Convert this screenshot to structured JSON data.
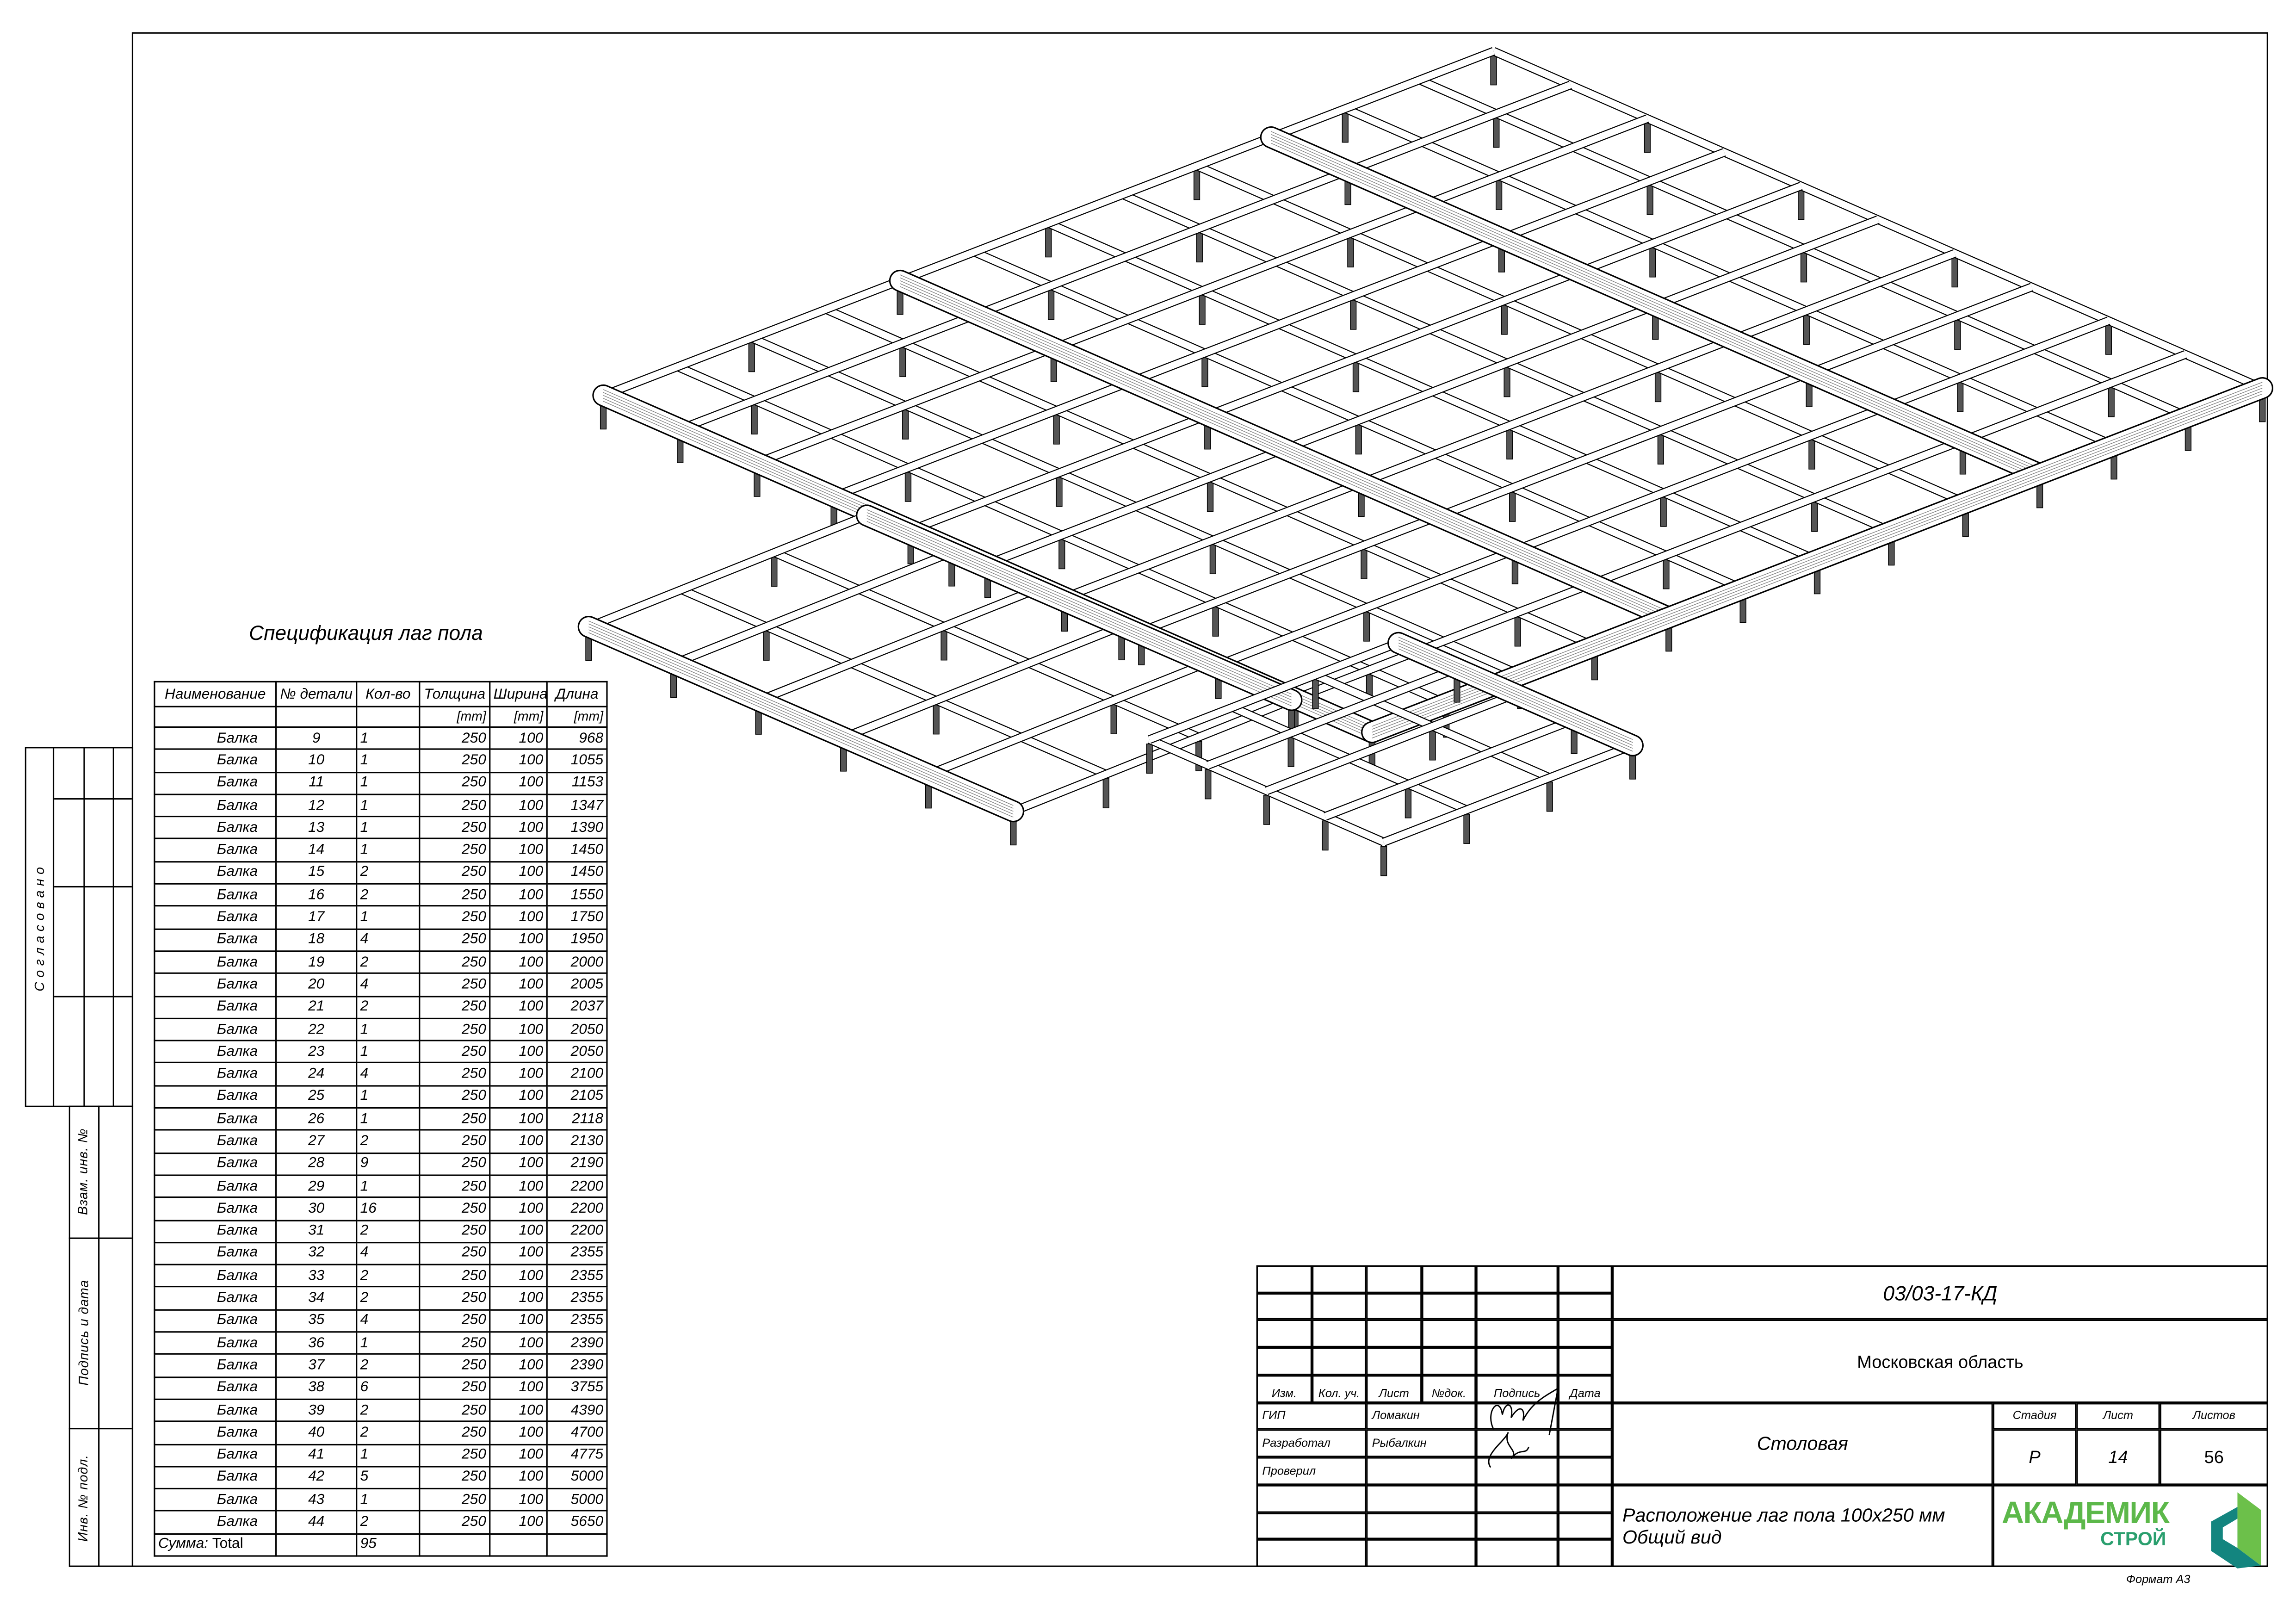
{
  "side_stamp": {
    "agreed": "Согласовано",
    "replacement_inv": "Взам. инв. №",
    "signature_date": "Подпись и дата",
    "original_inv": "Инв. № подл."
  },
  "spec": {
    "title": "Спецификация лаг пола",
    "headers": [
      "Наименование",
      "№ детали",
      "Кол-во",
      "Толщина",
      "Ширина",
      "Длина"
    ],
    "units": [
      "",
      "",
      "",
      "[mm]",
      "[mm]",
      "[mm]"
    ],
    "rows": [
      [
        "Балка",
        "9",
        "1",
        "250",
        "100",
        "968"
      ],
      [
        "Балка",
        "10",
        "1",
        "250",
        "100",
        "1055"
      ],
      [
        "Балка",
        "11",
        "1",
        "250",
        "100",
        "1153"
      ],
      [
        "Балка",
        "12",
        "1",
        "250",
        "100",
        "1347"
      ],
      [
        "Балка",
        "13",
        "1",
        "250",
        "100",
        "1390"
      ],
      [
        "Балка",
        "14",
        "1",
        "250",
        "100",
        "1450"
      ],
      [
        "Балка",
        "15",
        "2",
        "250",
        "100",
        "1450"
      ],
      [
        "Балка",
        "16",
        "2",
        "250",
        "100",
        "1550"
      ],
      [
        "Балка",
        "17",
        "1",
        "250",
        "100",
        "1750"
      ],
      [
        "Балка",
        "18",
        "4",
        "250",
        "100",
        "1950"
      ],
      [
        "Балка",
        "19",
        "2",
        "250",
        "100",
        "2000"
      ],
      [
        "Балка",
        "20",
        "4",
        "250",
        "100",
        "2005"
      ],
      [
        "Балка",
        "21",
        "2",
        "250",
        "100",
        "2037"
      ],
      [
        "Балка",
        "22",
        "1",
        "250",
        "100",
        "2050"
      ],
      [
        "Балка",
        "23",
        "1",
        "250",
        "100",
        "2050"
      ],
      [
        "Балка",
        "24",
        "4",
        "250",
        "100",
        "2100"
      ],
      [
        "Балка",
        "25",
        "1",
        "250",
        "100",
        "2105"
      ],
      [
        "Балка",
        "26",
        "1",
        "250",
        "100",
        "2118"
      ],
      [
        "Балка",
        "27",
        "2",
        "250",
        "100",
        "2130"
      ],
      [
        "Балка",
        "28",
        "9",
        "250",
        "100",
        "2190"
      ],
      [
        "Балка",
        "29",
        "1",
        "250",
        "100",
        "2200"
      ],
      [
        "Балка",
        "30",
        "16",
        "250",
        "100",
        "2200"
      ],
      [
        "Балка",
        "31",
        "2",
        "250",
        "100",
        "2200"
      ],
      [
        "Балка",
        "32",
        "4",
        "250",
        "100",
        "2355"
      ],
      [
        "Балка",
        "33",
        "2",
        "250",
        "100",
        "2355"
      ],
      [
        "Балка",
        "34",
        "2",
        "250",
        "100",
        "2355"
      ],
      [
        "Балка",
        "35",
        "4",
        "250",
        "100",
        "2355"
      ],
      [
        "Балка",
        "36",
        "1",
        "250",
        "100",
        "2390"
      ],
      [
        "Балка",
        "37",
        "2",
        "250",
        "100",
        "2390"
      ],
      [
        "Балка",
        "38",
        "6",
        "250",
        "100",
        "3755"
      ],
      [
        "Балка",
        "39",
        "2",
        "250",
        "100",
        "4390"
      ],
      [
        "Балка",
        "40",
        "2",
        "250",
        "100",
        "4700"
      ],
      [
        "Балка",
        "41",
        "1",
        "250",
        "100",
        "4775"
      ],
      [
        "Балка",
        "42",
        "5",
        "250",
        "100",
        "5000"
      ],
      [
        "Балка",
        "43",
        "1",
        "250",
        "100",
        "5000"
      ],
      [
        "Балка",
        "44",
        "2",
        "250",
        "100",
        "5650"
      ]
    ],
    "total_label": "Сумма:",
    "total_word": "Total",
    "total_qty": "95"
  },
  "title_block": {
    "doc_code": "03/03-17-КД",
    "region": "Московская область",
    "object": "Столовая",
    "sheet_title_line1": "Расположение лаг пола 100x250 мм",
    "sheet_title_line2": "Общий вид",
    "col_headers": [
      "Изм.",
      "Кол. уч.",
      "Лист",
      "№док.",
      "Подпись",
      "Дата"
    ],
    "roles": [
      "ГИП",
      "Разработал",
      "Проверил"
    ],
    "names": [
      "Ломакин",
      "Рыбалкин"
    ],
    "stage_headers": [
      "Стадия",
      "Лист",
      "Листов"
    ],
    "stage": "Р",
    "sheet": "14",
    "sheets_total": "56",
    "logo_main": "АКАДЕМИК",
    "logo_sub": "СТРОЙ",
    "format": "Формат А3"
  },
  "colors": {
    "logo_green": "#5cb84a",
    "logo_teal": "#13857f"
  }
}
